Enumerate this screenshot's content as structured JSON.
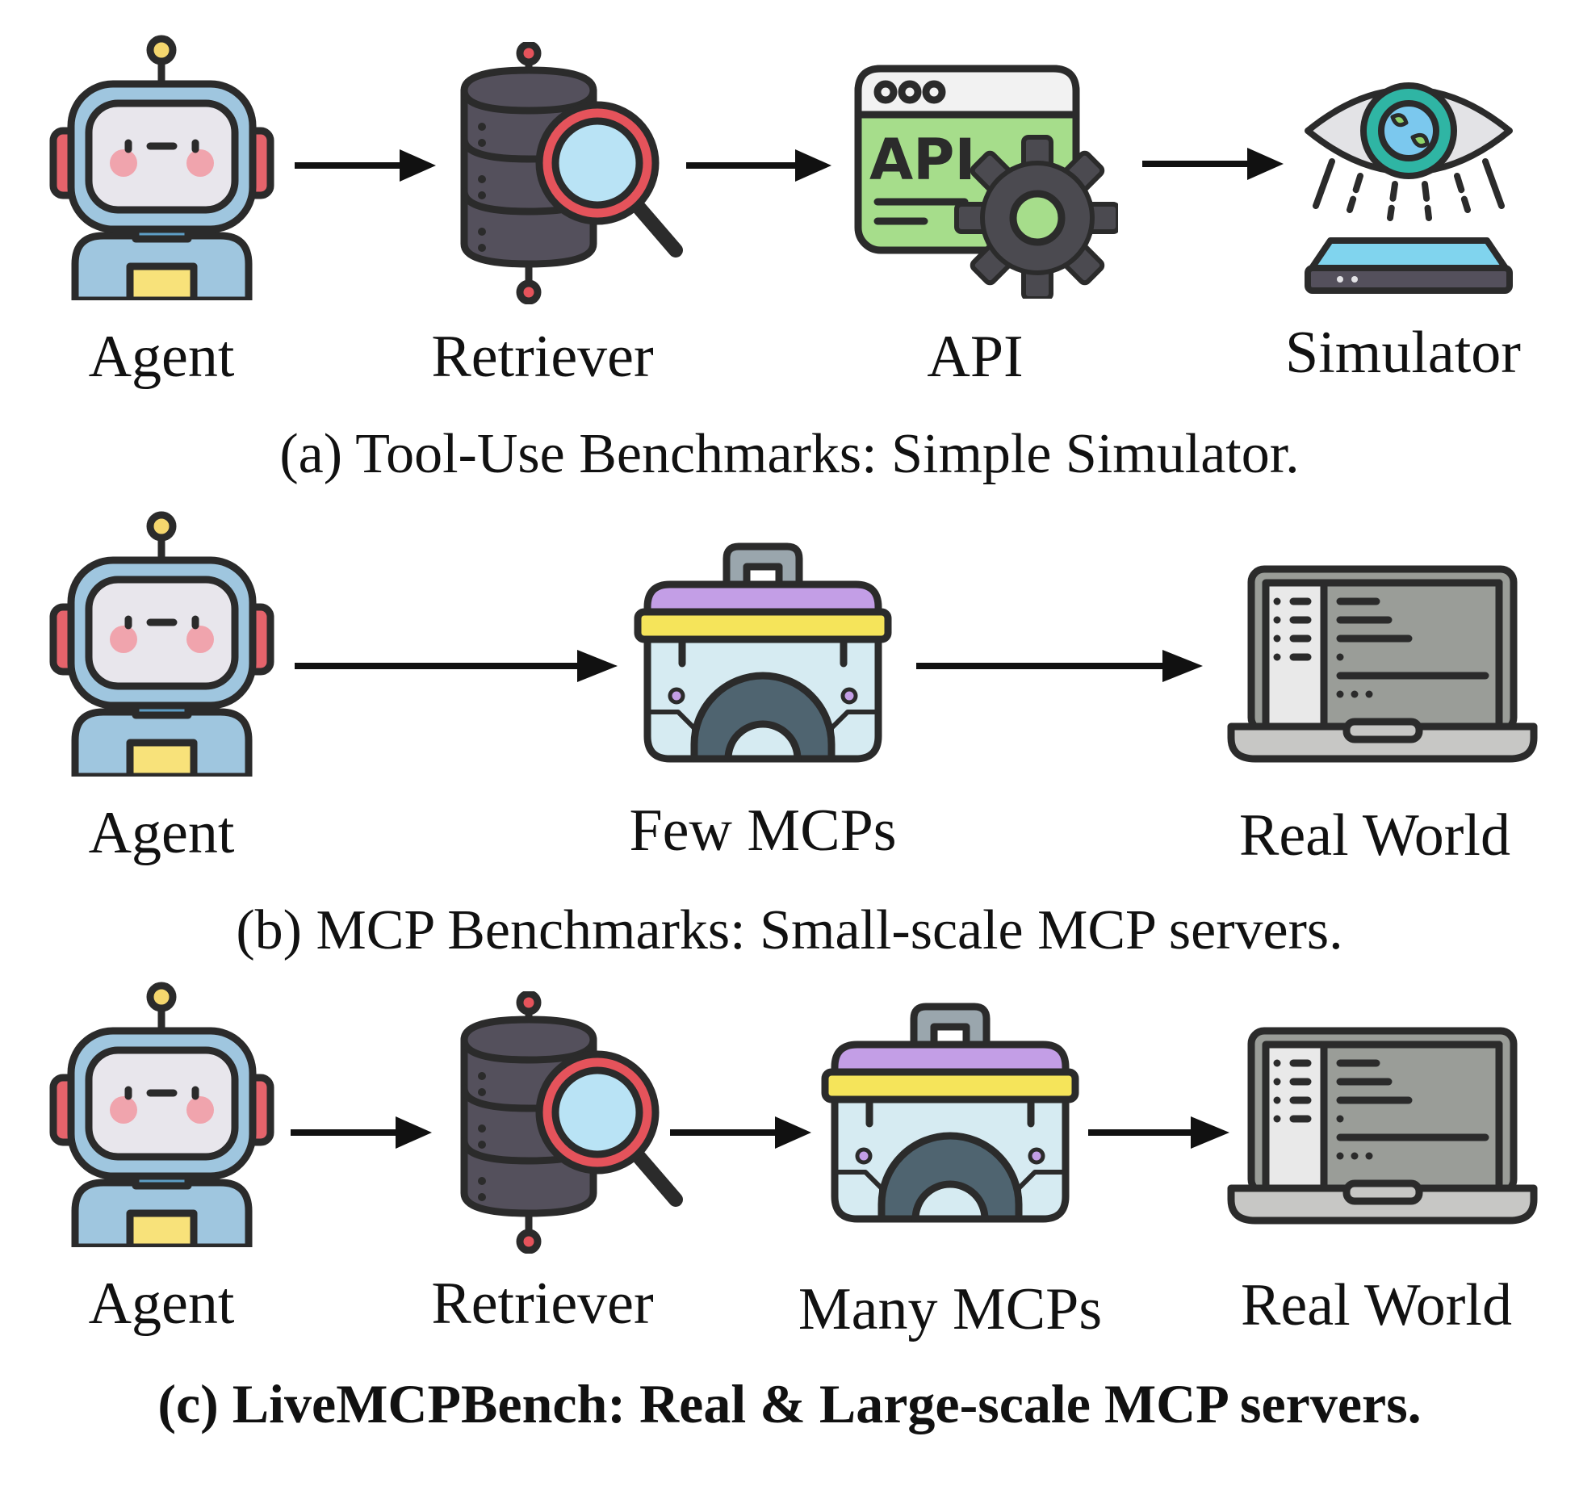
{
  "panels": [
    {
      "nodes": [
        {
          "icon": "robot-icon",
          "label": "Agent"
        },
        {
          "icon": "database-search-icon",
          "label": "Retriever"
        },
        {
          "icon": "api-gear-icon",
          "label": "API"
        },
        {
          "icon": "hologram-globe-icon",
          "label": "Simulator"
        }
      ],
      "caption": "(a) Tool-Use Benchmarks: Simple Simulator."
    },
    {
      "nodes": [
        {
          "icon": "robot-icon",
          "label": "Agent"
        },
        {
          "icon": "toolbox-icon",
          "label": "Few MCPs"
        },
        {
          "icon": "laptop-icon",
          "label": "Real World"
        }
      ],
      "caption": "(b) MCP Benchmarks: Small-scale MCP servers."
    },
    {
      "nodes": [
        {
          "icon": "robot-icon",
          "label": "Agent"
        },
        {
          "icon": "database-search-icon",
          "label": "Retriever"
        },
        {
          "icon": "toolbox-icon",
          "label": "Many MCPs"
        },
        {
          "icon": "laptop-icon",
          "label": "Real World"
        }
      ],
      "caption": "(c) LiveMCPBench: Real & Large-scale MCP servers."
    }
  ],
  "colors": {
    "outline": "#2b2b2b",
    "robot_blue": "#9fc6df",
    "robot_dark_blue": "#5e9ec6",
    "robot_screen": "#e8e6ec",
    "cheek": "#f0a4ad",
    "ear_red": "#e5636b",
    "db_dark": "#54505c",
    "magnifier_red": "#e5535b",
    "lens_blue": "#b9e3f5",
    "api_green": "#a6dd8b",
    "gear_gray": "#4b4a50",
    "toolbox_purple": "#c39ee6",
    "toolbox_yellow": "#f5e45a",
    "toolbox_body": "#d6ebf2",
    "laptop_gray": "#9a9d98",
    "globe_teal": "#2fb5a4",
    "hologram_blue": "#80d4ee"
  }
}
